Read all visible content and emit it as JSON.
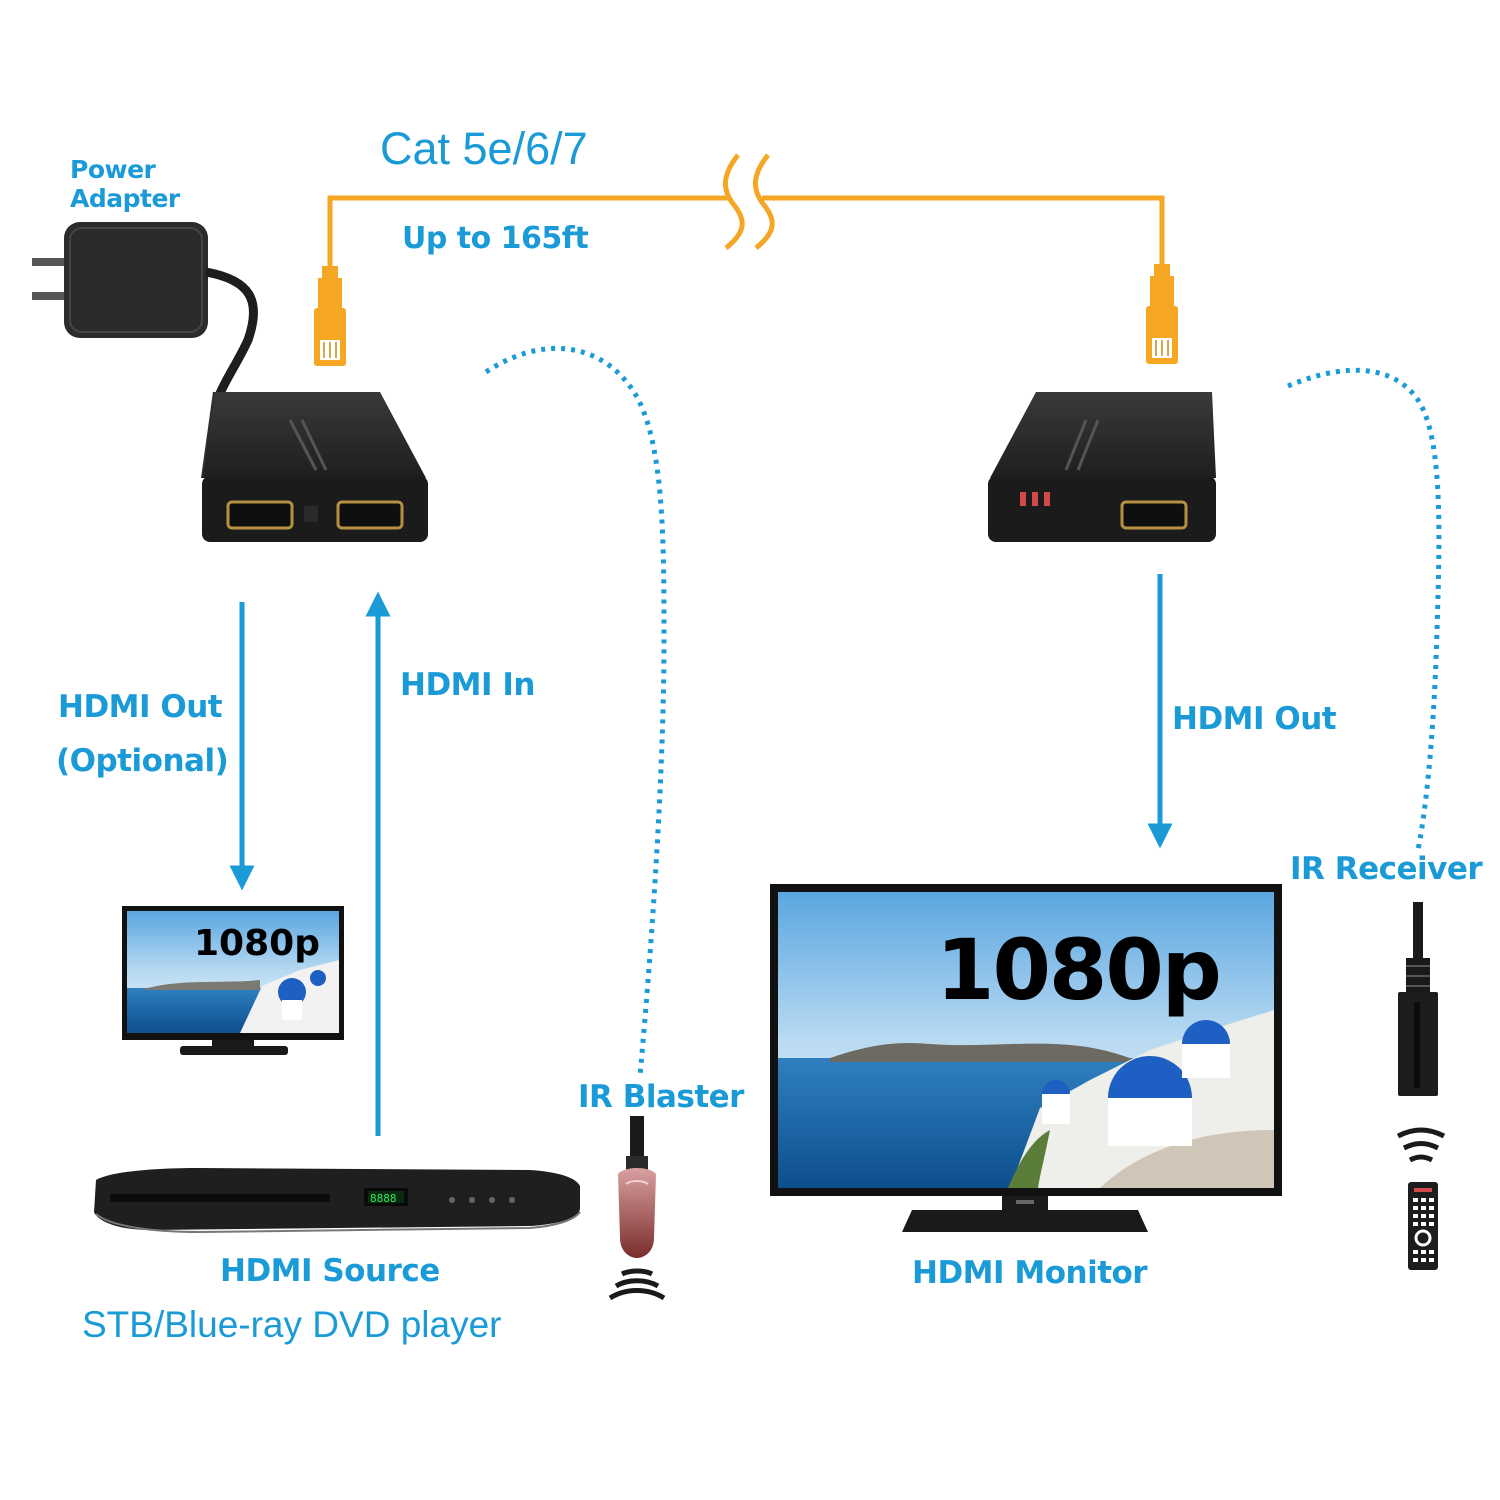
{
  "labels": {
    "power_adapter_line1": "Power",
    "power_adapter_line2": "Adapter",
    "cable_type": "Cat 5e/6/7",
    "distance": "Up to 165ft",
    "tx_hdmi_out_line1": "HDMI Out",
    "tx_hdmi_out_line2": "(Optional)",
    "tx_hdmi_in": "HDMI In",
    "rx_hdmi_out": "HDMI Out",
    "ir_receiver": "IR Receiver",
    "ir_blaster": "IR Blaster",
    "source_title": "HDMI Source",
    "source_subtitle": "STB/Blue-ray DVD player",
    "monitor_title": "HDMI Monitor"
  },
  "screens": {
    "small_tv_resolution": "1080p",
    "large_tv_resolution": "1080p"
  },
  "colors": {
    "label_blue": "#1a9ad6",
    "cable_orange": "#f5a623",
    "device_black": "#1c1c1c",
    "ir_led_red": "#a04848"
  },
  "icons": {
    "power_adapter": "power-adapter-icon",
    "rj45_plug": "rj45-plug-icon",
    "cable_break": "cable-break-icon",
    "transmitter": "hdmi-extender-tx-icon",
    "receiver": "hdmi-extender-rx-icon",
    "tv": "tv-icon",
    "dvd_player": "bluray-player-icon",
    "ir_blaster": "ir-blaster-icon",
    "ir_receiver": "ir-receiver-icon",
    "wireless_signal": "wireless-signal-icon",
    "remote_control": "remote-control-icon"
  }
}
